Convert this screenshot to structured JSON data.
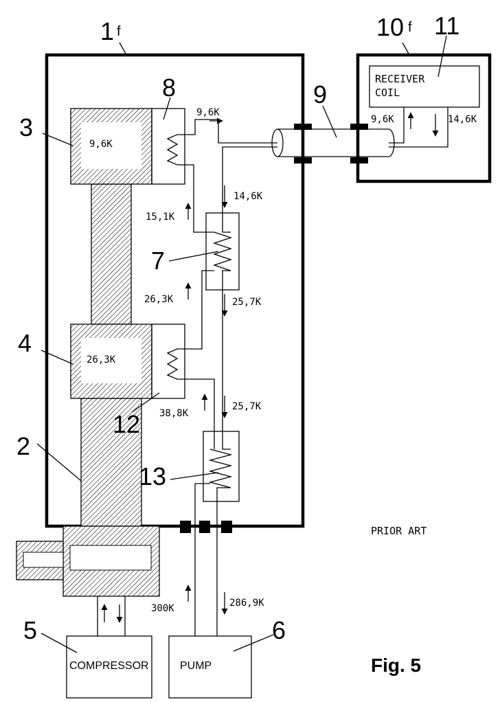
{
  "refs": {
    "r1": "1",
    "r1_suffix": "f",
    "r10": "10",
    "r10_suffix": "f",
    "r11": "11",
    "r9": "9",
    "r8": "8",
    "r3": "3",
    "r7": "7",
    "r4": "4",
    "r12": "12",
    "r2": "2",
    "r13": "13",
    "r5": "5",
    "r6": "6"
  },
  "labels": {
    "receiver_line1": "RECEIVER",
    "receiver_line2": "COIL",
    "compressor": "COMPRESSOR",
    "pump": "PUMP",
    "prior_art": "PRIOR ART",
    "figure": "Fig. 5"
  },
  "temps": {
    "stage1": "9,6K",
    "stage2": "26,3K",
    "t_out8": "9,6K",
    "t_coil_in": "9,6K",
    "t_coil_out": "14,6K",
    "t_return7": "14,6K",
    "t_15_1": "15,1K",
    "t_26_3": "26,3K",
    "t_25_7a": "25,7K",
    "t_25_7b": "25,7K",
    "t_38_8": "38,8K",
    "t_300": "300K",
    "t_286_9": "286,9K"
  },
  "colors": {
    "ink": "#000000",
    "paper": "#ffffff"
  }
}
